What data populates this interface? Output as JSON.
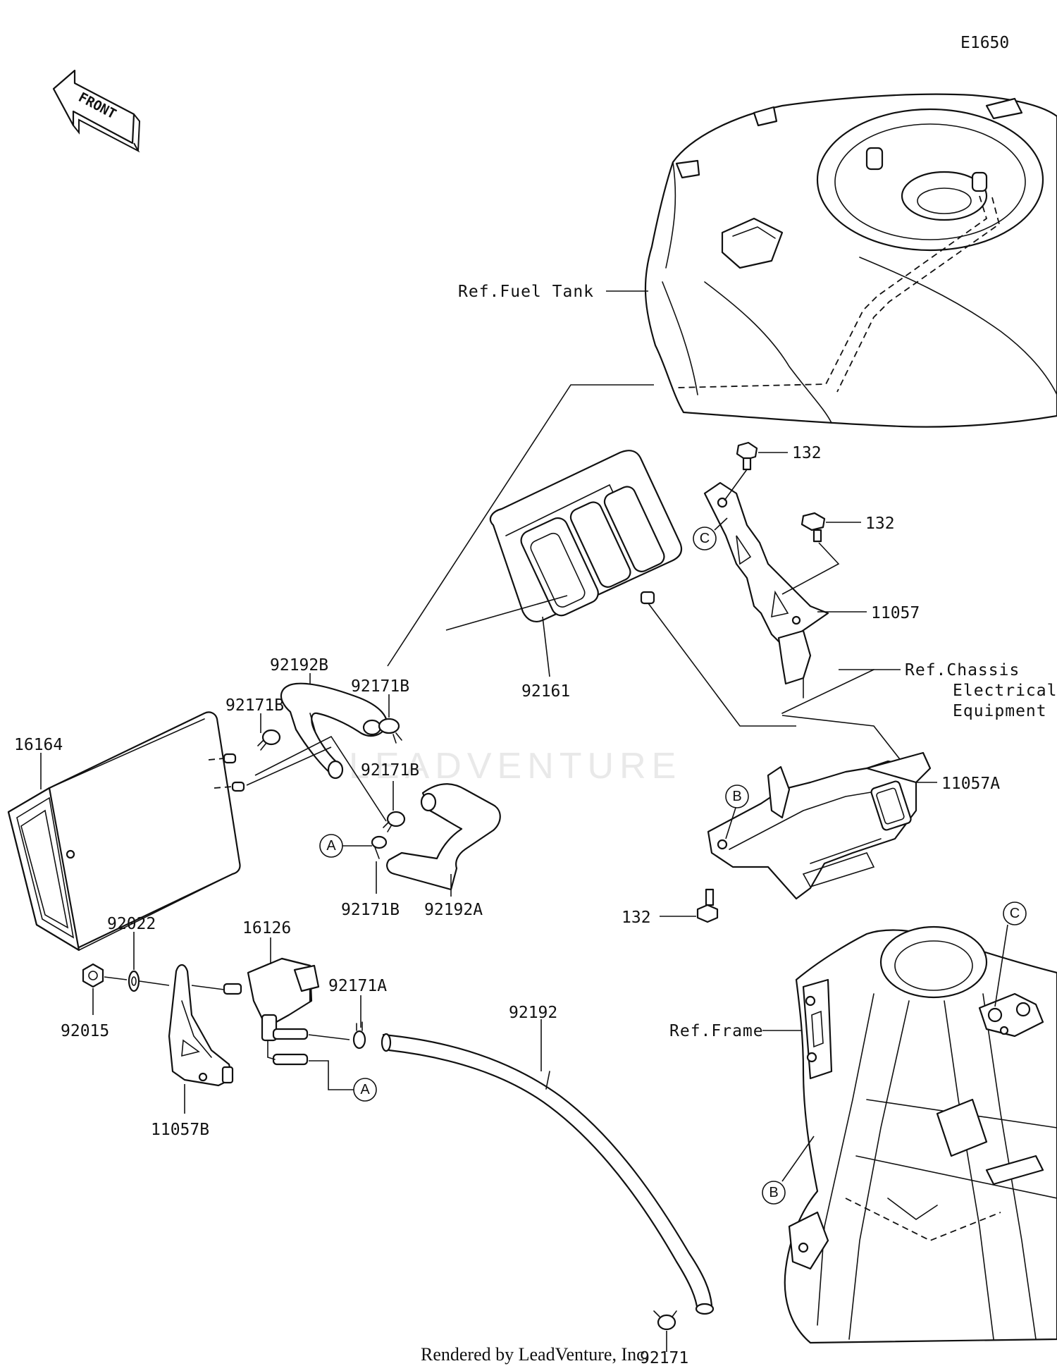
{
  "diagram_code": "E1650",
  "front_arrow": {
    "label": "FRONT"
  },
  "watermark": "LEADVENTURE",
  "footer": "Rendered by LeadVenture, Inc.",
  "refs": {
    "fuel_tank": "Ref.Fuel Tank",
    "chassis_line1": "Ref.Chassis",
    "chassis_line2": "Electrical",
    "chassis_line3": "Equipment",
    "frame": "Ref.Frame"
  },
  "callouts": {
    "a_upper": "A",
    "a_lower": "A",
    "b_bracket": "B",
    "b_frame": "B",
    "c_bracket": "C",
    "c_frame": "C"
  },
  "part_labels": {
    "p132_top": "132",
    "p132_mid": "132",
    "p132_bottom": "132",
    "p11057": "11057",
    "p11057A": "11057A",
    "p11057B": "11057B",
    "p92161": "92161",
    "p92192B": "92192B",
    "p92171B_top": "92171B",
    "p92171B_left": "92171B",
    "p92171B_mid": "92171B",
    "p92171B_bottom": "92171B",
    "p92192A": "92192A",
    "p16164": "16164",
    "p92022": "92022",
    "p92015": "92015",
    "p16126": "16126",
    "p92171A": "92171A",
    "p92192": "92192",
    "p92171": "92171"
  }
}
